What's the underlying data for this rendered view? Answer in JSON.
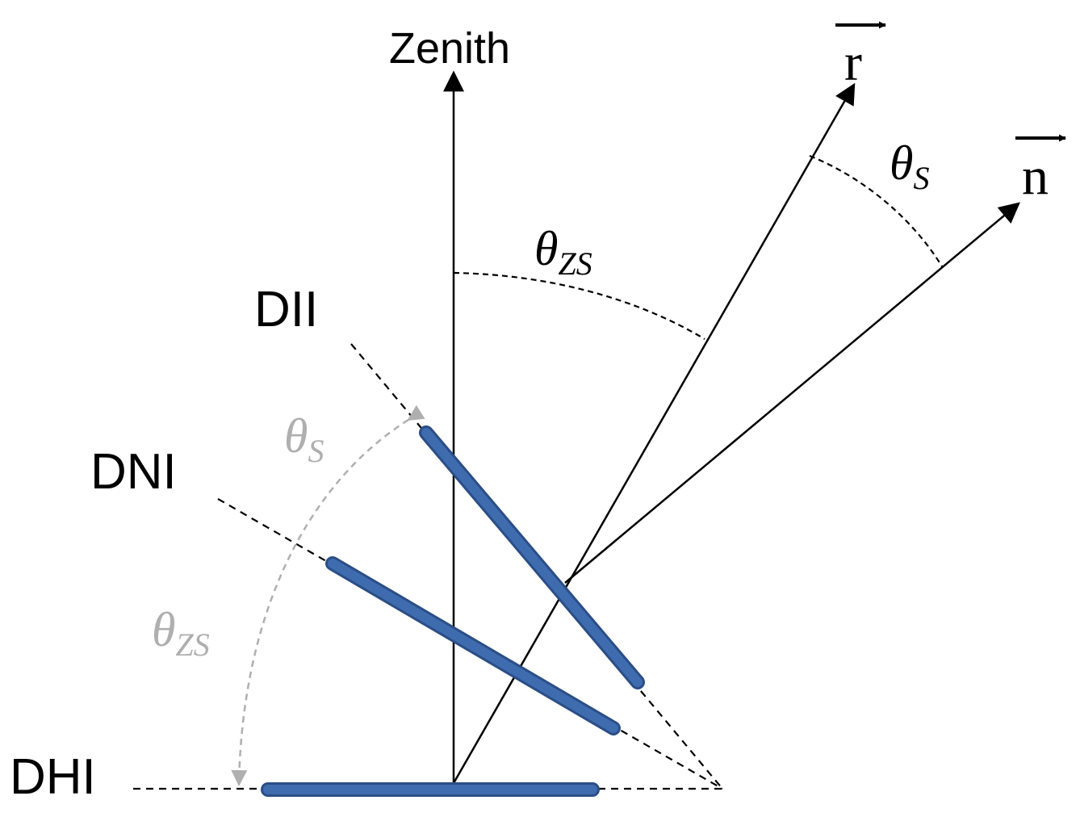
{
  "labels": {
    "zenith": "Zenith",
    "dii": "DII",
    "dni": "DNI",
    "dhi": "DHI"
  },
  "vectors": {
    "r": "r",
    "n": "n"
  },
  "angles": {
    "theta_symbol": "θ",
    "zs_sub": "ZS",
    "s_sub": "S"
  },
  "colors": {
    "panel_fill": "#3F6CAF",
    "panel_edge": "#2B4E86",
    "line": "#000000",
    "gray_annotation": "#AFAFAF"
  }
}
